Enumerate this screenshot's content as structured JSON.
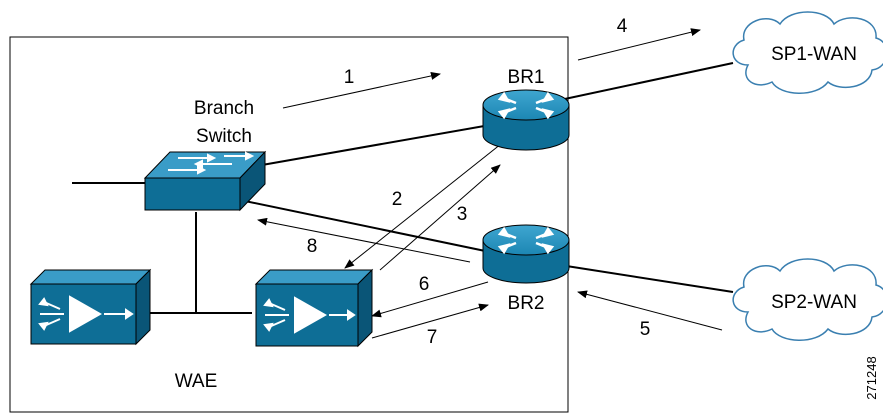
{
  "diagram": {
    "nodes": {
      "branch_switch": {
        "label_line1": "Branch",
        "label_line2": "Switch"
      },
      "br1": {
        "label": "BR1"
      },
      "br2": {
        "label": "BR2"
      },
      "wae": {
        "label": "WAE"
      },
      "sp1": {
        "label": "SP1-WAN"
      },
      "sp2": {
        "label": "SP2-WAN"
      }
    },
    "flow_steps": [
      "1",
      "2",
      "3",
      "4",
      "5",
      "6",
      "7",
      "8"
    ],
    "figure_id": "271248",
    "colors": {
      "device_fill": "#0e6e96",
      "device_dark": "#0a5577",
      "router_fill": "#1c86b3",
      "line": "#000000"
    }
  }
}
